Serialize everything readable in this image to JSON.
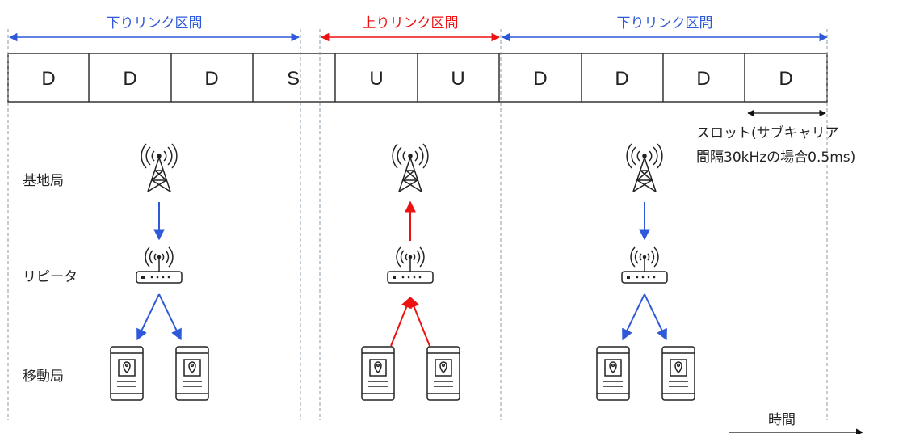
{
  "colors": {
    "downlink": "#2e59d9",
    "uplink": "#ee1111",
    "outline": "#333333",
    "separator": "#8899aa"
  },
  "periods": [
    {
      "label": "下りリンク区間",
      "direction": "downlink"
    },
    {
      "label": "上りリンク区間",
      "direction": "uplink"
    },
    {
      "label": "下りリンク区間",
      "direction": "downlink"
    }
  ],
  "slots": [
    "D",
    "D",
    "D",
    "S",
    "U",
    "U",
    "D",
    "D",
    "D",
    "D"
  ],
  "slot_note": {
    "line1": "スロット(サブキャリア",
    "line2": "間隔30kHzの場合0.5ms)"
  },
  "row_labels": {
    "base_station": "基地局",
    "repeater": "リピータ",
    "mobile_station": "移動局"
  },
  "time_label": "時間",
  "icons": {
    "base_station": "cell-tower-icon",
    "repeater": "router-icon",
    "mobile_station": "smartphone-location-icon"
  }
}
